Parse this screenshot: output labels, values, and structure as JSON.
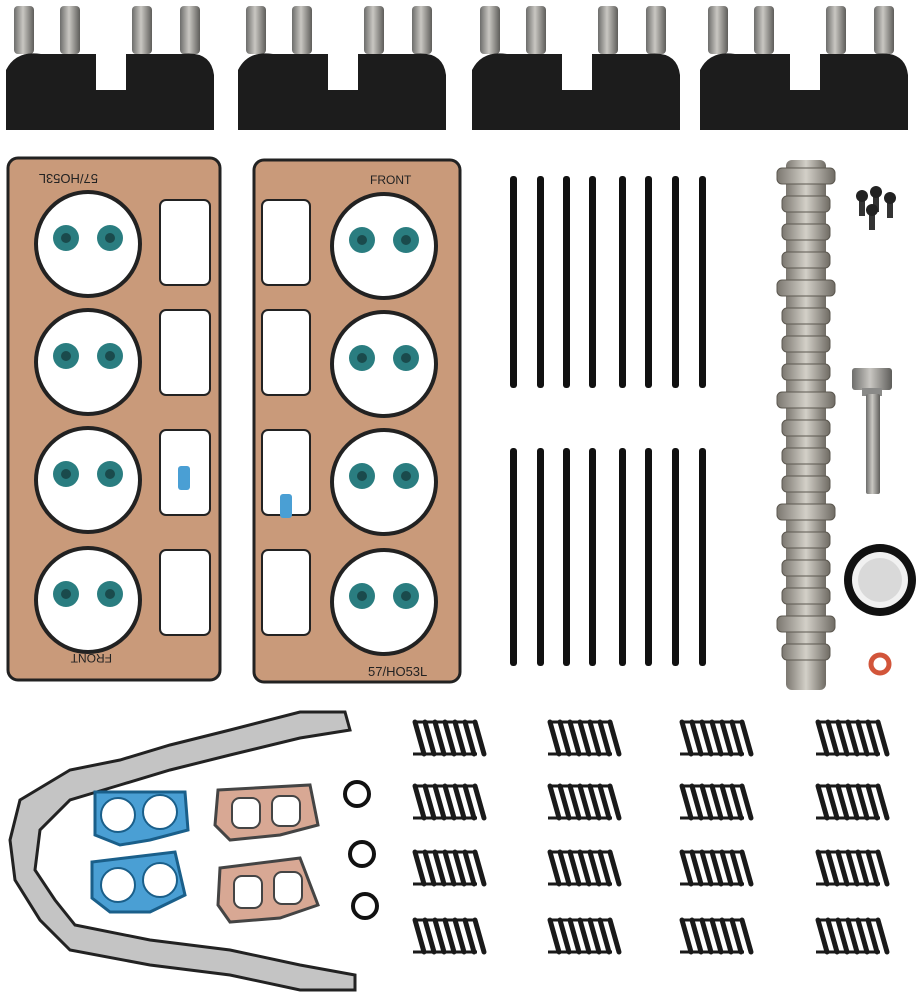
{
  "gasket_left": {
    "stamp_top": "57/HO53L",
    "stamp_bottom": "FRONT"
  },
  "gasket_right": {
    "stamp_top": "FRONT",
    "stamp_bottom": "57/HO53L"
  },
  "colors": {
    "gasket": "#c99a7a",
    "gasket_edge": "#222222",
    "valve_seal": "#2a7d80",
    "spring": "#1a1a1a",
    "pushrod": "#111111",
    "lifter_tray": "#1c1c1c",
    "lifter_metal": "#9a9a98",
    "cam_metal": "#a9a69f",
    "blue_gasket": "#4a9fd4",
    "orange_oring": "#d2553a",
    "background": "#ffffff"
  }
}
